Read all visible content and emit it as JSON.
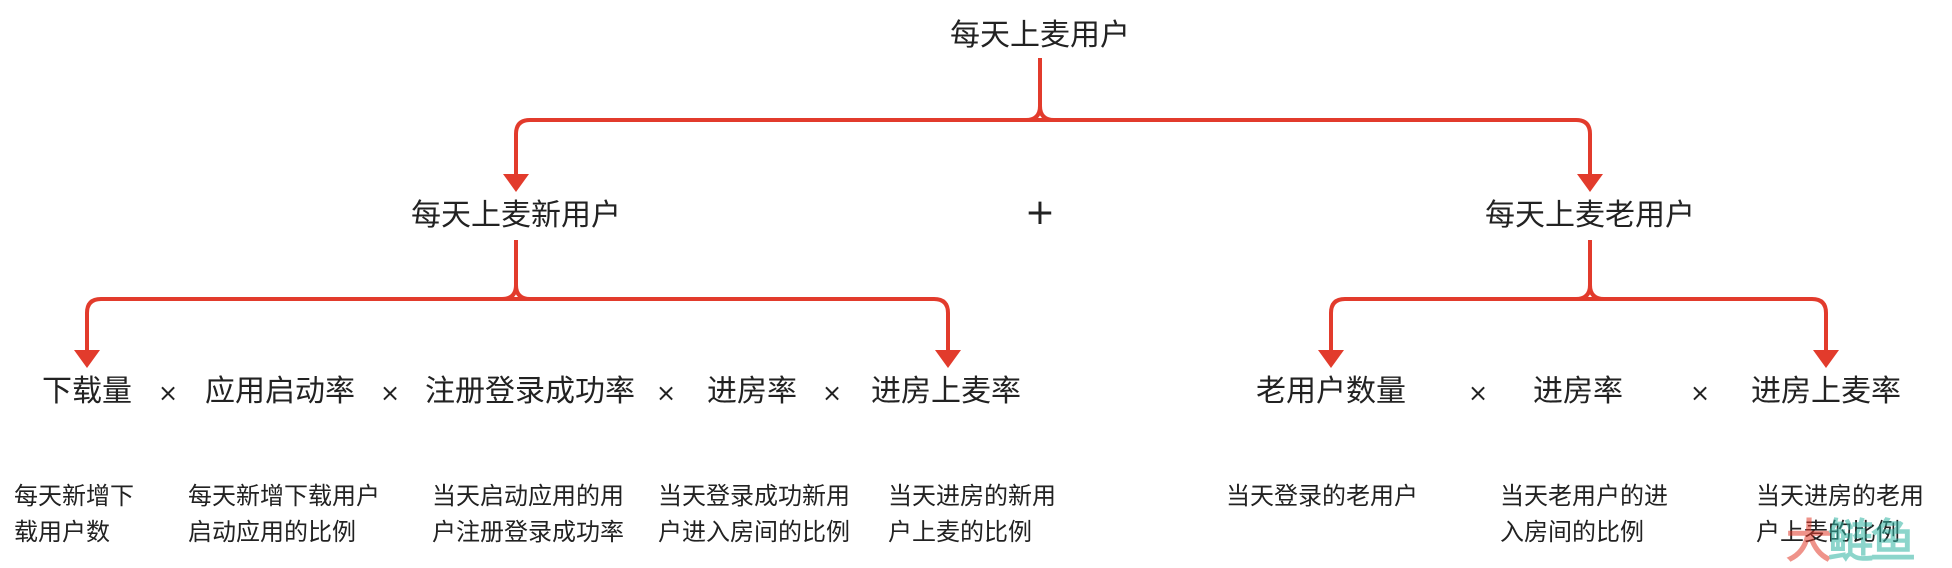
{
  "colors": {
    "connector": "#e23b2c",
    "text": "#222222"
  },
  "root": {
    "label": "每天上麦用户"
  },
  "level1": {
    "left": "每天上麦新用户",
    "operator": "+",
    "right": "每天上麦老用户"
  },
  "new_user_factors": [
    {
      "label": "下载量",
      "description": "每天新增下\n载用户数"
    },
    {
      "label": "应用启动率",
      "description": "每天新增下载用户\n启动应用的比例"
    },
    {
      "label": "注册登录成功率",
      "description": "当天启动应用的用\n户注册登录成功率"
    },
    {
      "label": "进房率",
      "description": "当天登录成功新用\n户进入房间的比例"
    },
    {
      "label": "进房上麦率",
      "description": "当天进房的新用\n户上麦的比例"
    }
  ],
  "old_user_factors": [
    {
      "label": "老用户数量",
      "description": "当天登录的老用户"
    },
    {
      "label": "进房率",
      "description": "当天老用户的进\n入房间的比例"
    },
    {
      "label": "进房上麦率",
      "description": "当天进房的老用\n户上麦的比例"
    }
  ],
  "multiply_symbol": "×",
  "watermark": {
    "part1": "大",
    "part2": "鲢鱼"
  }
}
